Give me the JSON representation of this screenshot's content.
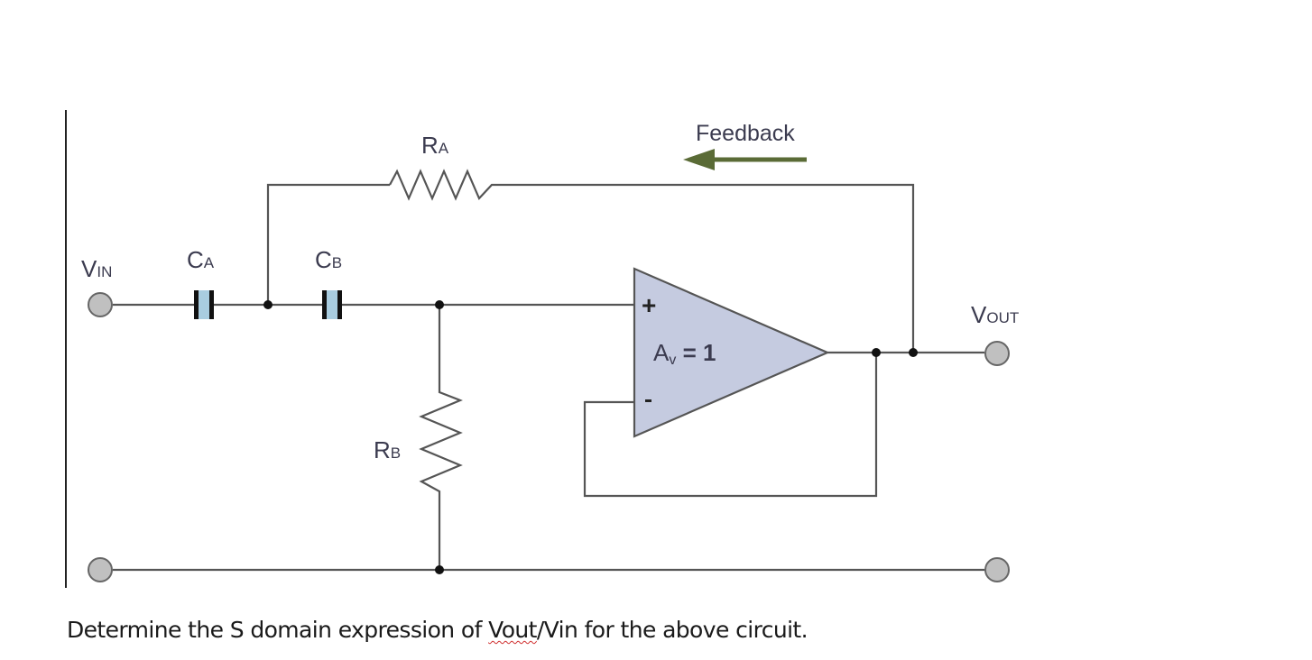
{
  "diagram": {
    "type": "circuit-schematic",
    "title": "Sallen-Key high-pass filter (unity gain)",
    "labels": {
      "vin": "V",
      "vin_sub": "IN",
      "vout": "V",
      "vout_sub": "OUT",
      "ca": "C",
      "ca_sub": "A",
      "cb": "C",
      "cb_sub": "B",
      "ra": "R",
      "ra_sub": "A",
      "rb": "R",
      "rb_sub": "B",
      "feedback": "Feedback",
      "opamp_gain": "A",
      "opamp_gain_sub": "v",
      "opamp_gain_value": " = 1",
      "plus": "+",
      "minus": "-"
    },
    "colors": {
      "wire": "#555555",
      "opamp_fill": "#c5cbe0",
      "capacitor_fill": "#a9cde0",
      "feedback_arrow": "#5a6b36",
      "terminal_fill": "#c0c0c0",
      "label_text": "#3b3b4f"
    },
    "components": [
      {
        "id": "CA",
        "kind": "capacitor",
        "between": [
          "VIN",
          "node1"
        ]
      },
      {
        "id": "CB",
        "kind": "capacitor",
        "between": [
          "node1",
          "node2"
        ]
      },
      {
        "id": "RA",
        "kind": "resistor",
        "between": [
          "node1",
          "VOUT"
        ]
      },
      {
        "id": "RB",
        "kind": "resistor",
        "between": [
          "node2",
          "GND"
        ]
      },
      {
        "id": "U1",
        "kind": "op-amp",
        "gain": 1,
        "noninverting": "node2",
        "inverting": "VOUT",
        "output": "VOUT"
      }
    ]
  },
  "question": {
    "before": "Determine the S domain expression of ",
    "flagged_word": "Vout",
    "after": "/Vin for the above circuit."
  }
}
